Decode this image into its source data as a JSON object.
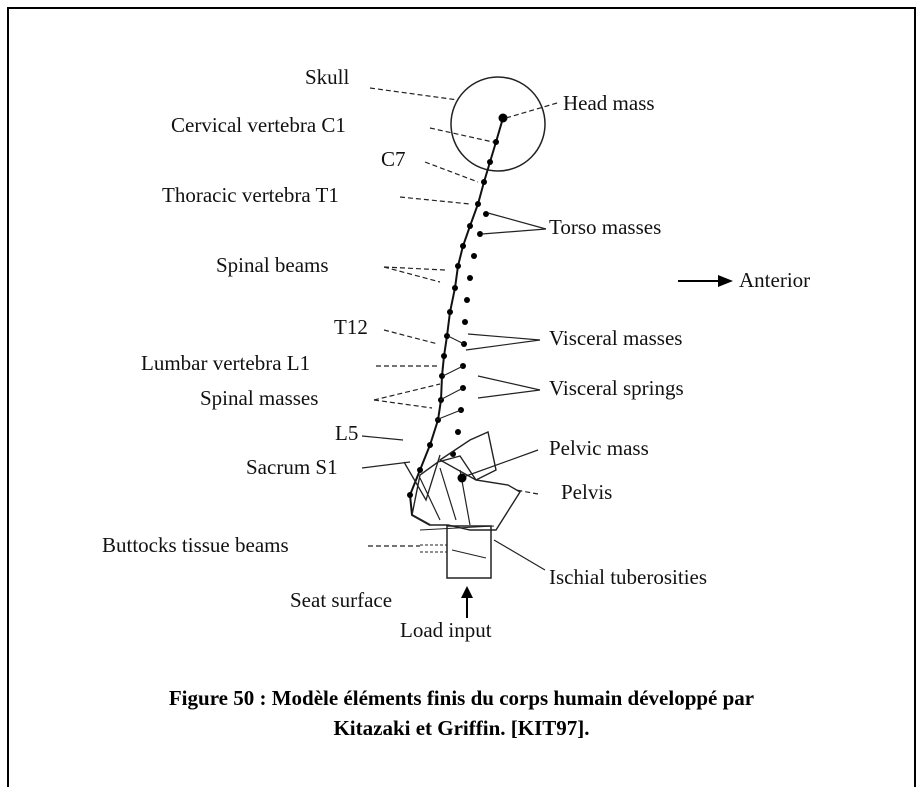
{
  "labels": {
    "skull": "Skull",
    "head_mass": "Head mass",
    "cervical_c1": "Cervical vertebra C1",
    "c7": "C7",
    "thoracic_t1": "Thoracic vertebra T1",
    "torso_masses": "Torso masses",
    "spinal_beams": "Spinal beams",
    "anterior": "Anterior",
    "t12": "T12",
    "visceral_masses": "Visceral masses",
    "lumbar_l1": "Lumbar vertebra L1",
    "visceral_springs": "Visceral springs",
    "spinal_masses": "Spinal masses",
    "l5": "L5",
    "pelvic_mass": "Pelvic mass",
    "sacrum_s1": "Sacrum S1",
    "pelvis": "Pelvis",
    "buttocks_tissue_beams": "Buttocks tissue beams",
    "ischial_tuberosities": "Ischial tuberosities",
    "seat_surface": "Seat surface",
    "load_input": "Load input"
  },
  "caption": {
    "line1": "Figure 50 : Modèle éléments finis du corps humain développé par",
    "line2": "Kitazaki et Griffin. [KIT97]."
  }
}
